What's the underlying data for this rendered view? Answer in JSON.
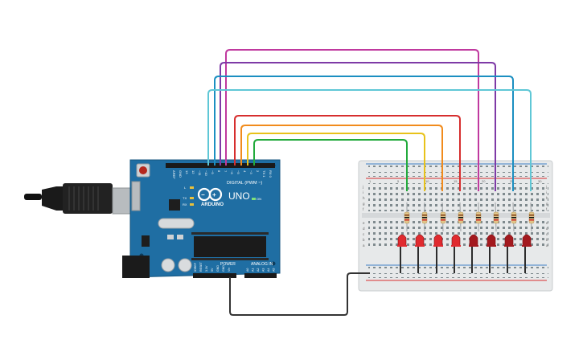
{
  "board": {
    "brand_logo_text": "ARDUINO",
    "model_text": "UNO",
    "digital_header_label": "DIGITAL (PWM ~)",
    "power_header_label": "POWER",
    "analog_header_label": "ANALOG IN",
    "on_led_label": "ON",
    "tx_label": "TX",
    "rx_label": "RX",
    "l_label": "L",
    "digital_pins": [
      "AREF",
      "GND",
      "13",
      "12",
      "~11",
      "~10",
      "~9",
      "8",
      "7",
      "~6",
      "~5",
      "4",
      "~3",
      "2",
      "TX 1",
      "RX 0"
    ],
    "power_pins": [
      "IOREF",
      "RESET",
      "3.3V",
      "5V",
      "GND",
      "GND",
      "Vin"
    ],
    "analog_pins": [
      "A0",
      "A1",
      "A2",
      "A3",
      "A4",
      "A5"
    ]
  },
  "breadboard": {
    "row_letters_top": [
      "j",
      "i",
      "h",
      "g",
      "f"
    ],
    "row_letters_bottom": [
      "e",
      "d",
      "c",
      "b",
      "a"
    ],
    "column_numbers": [
      "1",
      "5",
      "10",
      "15",
      "20",
      "25",
      "30"
    ]
  },
  "wire_colors": [
    "#22aa3c",
    "#e8c21a",
    "#f18b1c",
    "#d62e2e",
    "#c0399f",
    "#7e3aa6",
    "#1b8fc1",
    "#5fc7d6"
  ],
  "led_color": "#d8232a",
  "ground_wire_color": "#333333",
  "board_color": "#1f6ea3"
}
